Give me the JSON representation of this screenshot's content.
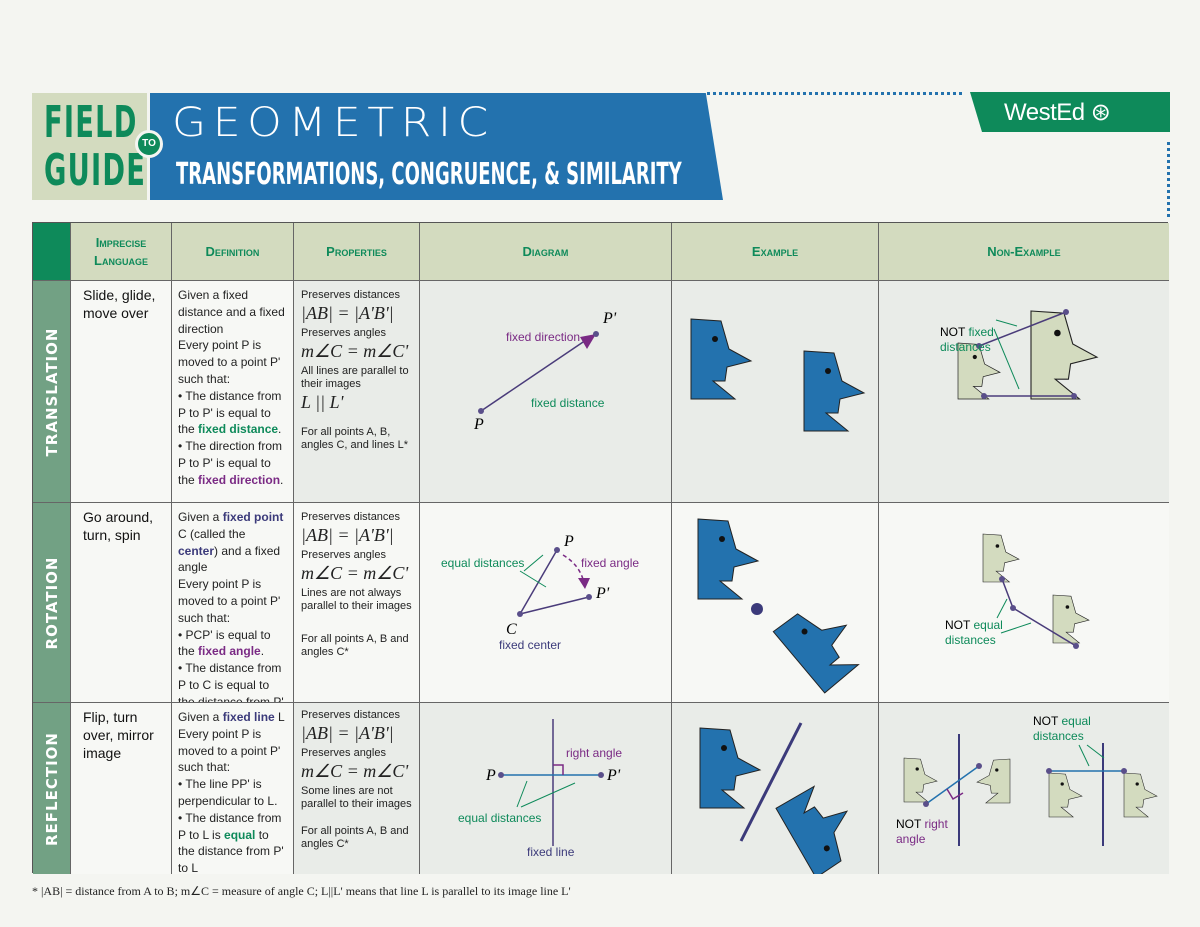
{
  "header": {
    "field": "FIELD",
    "guide": "GUIDE",
    "to": "TO",
    "geometric": "GEOMETRIC",
    "subtitle": "TRANSFORMATIONS, CONGRUENCE, & SIMILARITY",
    "logo": "WestEd"
  },
  "colors": {
    "green": "#0e8a5a",
    "blue": "#2372ae",
    "purple": "#7a2a84",
    "face": "#2372ae",
    "face_alt": "#d3dbbf"
  },
  "columns": [
    "Imprecise Language",
    "Definition",
    "Properties",
    "Diagram",
    "Example",
    "Non-Example"
  ],
  "rows": [
    {
      "name": "TRANSLATION",
      "imprecise": "Slide, glide, move over",
      "def": [
        "Given a fixed distance and a fixed direction",
        "Every point P is moved to a point P' such that:",
        "• The distance from P to P' is equal to the ",
        "fixed distance",
        ".",
        "• The direction from P to P' is equal to the ",
        "fixed direction",
        "."
      ],
      "props": {
        "p1": "Preserves distances",
        "m1": "|AB| = |A'B'|",
        "p2": "Preserves angles",
        "m2": "m∠C = m∠C'",
        "p3": "All lines are parallel to their images",
        "m3": "L || L'",
        "note": "For all points A, B, angles C, and lines L*"
      },
      "diagram": {
        "p": "P",
        "pp": "P'",
        "dir": "fixed direction",
        "dist": "fixed distance"
      },
      "nonex": {
        "not": "NOT",
        "a": "fixed",
        "b": "distances"
      }
    },
    {
      "name": "ROTATION",
      "imprecise": "Go around, turn, spin",
      "def": [
        "Given a ",
        "fixed point",
        " C (called the ",
        "center",
        ") and a fixed angle",
        "Every point P is moved to a point P' such that:",
        "• PCP' is equal to the ",
        "fixed angle",
        ".",
        "• The distance from P to C is equal to the distance from P' to C."
      ],
      "props": {
        "p1": "Preserves distances",
        "m1": "|AB| = |A'B'|",
        "p2": "Preserves angles",
        "m2": "m∠C = m∠C'",
        "p3": "Lines are not always parallel to their images",
        "note": "For all points A, B and angles C*"
      },
      "diagram": {
        "p": "P",
        "pp": "P'",
        "c": "C",
        "eq": "equal distances",
        "ang": "fixed angle",
        "center": "fixed center"
      },
      "nonex": {
        "not": "NOT",
        "a": "equal",
        "b": "distances"
      }
    },
    {
      "name": "REFLECTION",
      "imprecise": "Flip, turn over, mirror image",
      "def": [
        "Given a ",
        "fixed line",
        " L",
        "Every point P is moved to a point P' such that:",
        "• The line PP' is perpendicular to L.",
        "• The distance from P to L is ",
        "equal",
        " to the distance from P' to L"
      ],
      "props": {
        "p1": "Preserves distances",
        "m1": "|AB| = |A'B'|",
        "p2": "Preserves angles",
        "m2": "m∠C = m∠C'",
        "p3": "Some lines are not parallel to their images",
        "note": "For all points A, B and angles C*"
      },
      "diagram": {
        "p": "P",
        "pp": "P'",
        "ra": "right angle",
        "eq": "equal distances",
        "line": "fixed line"
      },
      "nonex": {
        "not": "NOT",
        "a": "right",
        "b": "angle",
        "not2": "NOT",
        "c": "equal",
        "d": "distances"
      }
    }
  ],
  "footnote": "* |AB| = distance from A to B; m∠C = measure of angle C; L||L' means that line L is parallel to its image line L'"
}
